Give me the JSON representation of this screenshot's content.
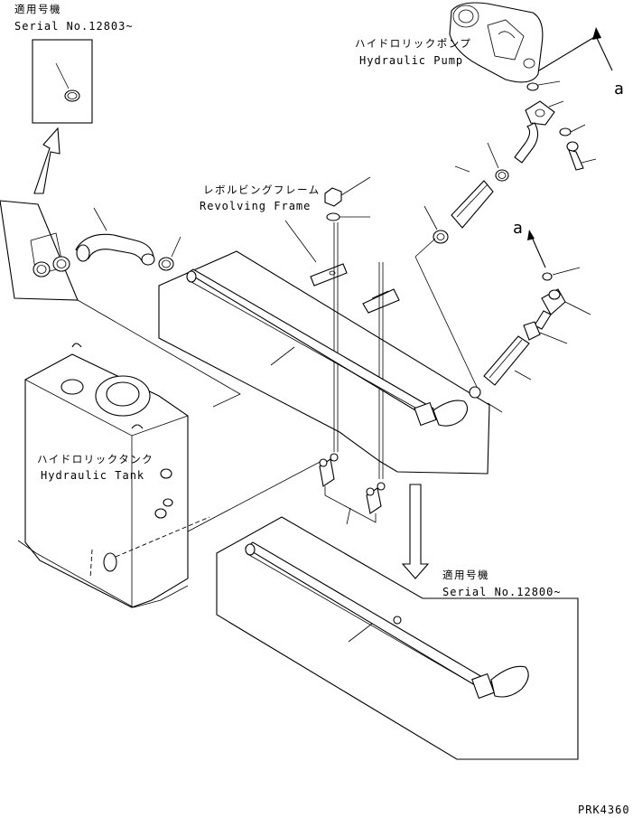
{
  "labels": {
    "serial_top_jp": "適用号機",
    "serial_top": "Serial No.12803~",
    "pump_jp": "ハイドロリックポンプ",
    "pump_en": "Hydraulic Pump",
    "view_a_top": "a",
    "view_a_mid": "a",
    "frame_jp": "レボルビングフレーム",
    "frame_en": "Revolving Frame",
    "tank_jp": "ハイドロリックタンク",
    "tank_en": "Hydraulic Tank",
    "serial_bottom_jp": "適用号機",
    "serial_bottom": "Serial No.12800~",
    "drawing_code": "PRK4360"
  }
}
